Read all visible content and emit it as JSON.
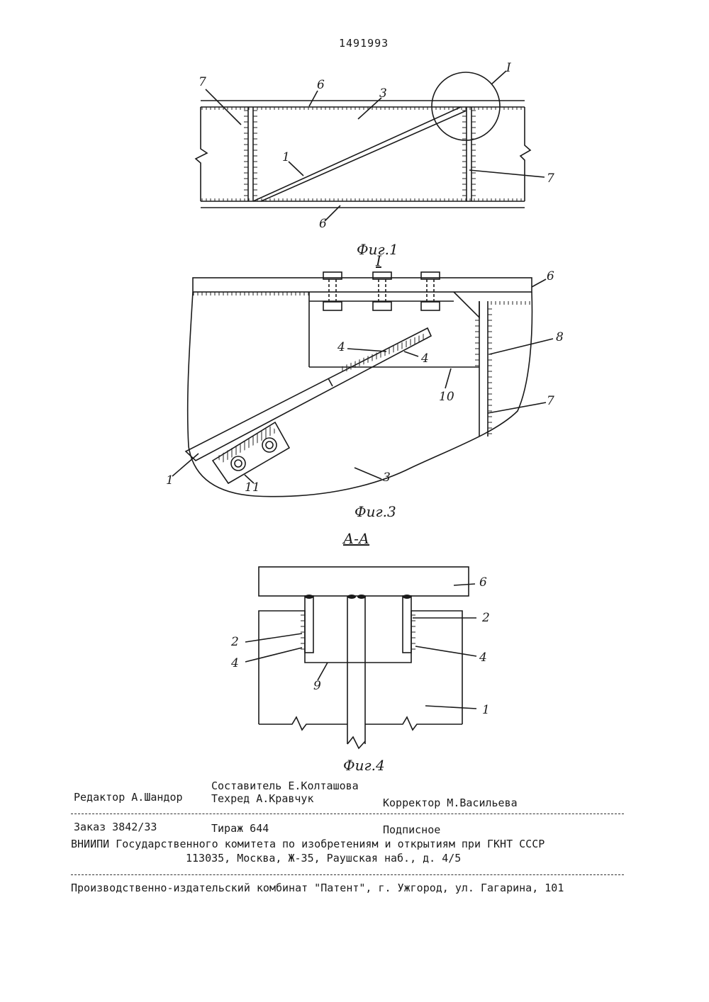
{
  "header": {
    "patent_number": "1491993"
  },
  "figures": {
    "fig1": {
      "caption": "Фиг.1",
      "callout": "I",
      "labels": [
        "7",
        "6",
        "3",
        "1",
        "6",
        "7"
      ]
    },
    "fig3": {
      "title": "I",
      "caption": "Фиг.3",
      "labels": [
        "6",
        "4",
        "4",
        "8",
        "10",
        "7",
        "1",
        "11",
        "3"
      ]
    },
    "fig4": {
      "title": "А-А",
      "caption": "Фиг.4",
      "labels": [
        "6",
        "2",
        "2",
        "4",
        "4",
        "9",
        "1"
      ]
    }
  },
  "footer": {
    "editor": "Редактор А.Шандор",
    "compiler": "Составитель Е.Колташова",
    "techred": "Техред А.Кравчук",
    "corrector": "Корректор М.Васильева",
    "order": "Заказ 3842/33",
    "circulation": "Тираж 644",
    "subscription": "Подписное",
    "institute": "ВНИИПИ Государственного комитета по изобретениям и открытиям при ГКНТ СССР",
    "address": "113035, Москва, Ж-35, Раушская наб., д. 4/5",
    "printer": "Производственно-издательский комбинат \"Патент\", г. Ужгород, ул. Гагарина, 101"
  }
}
